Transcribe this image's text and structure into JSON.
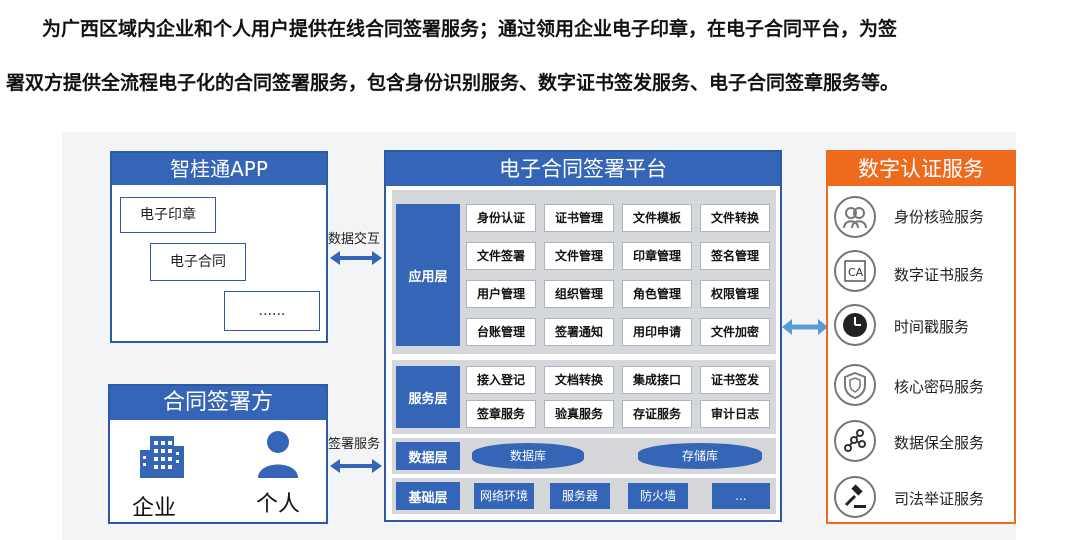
{
  "intro": {
    "line1": "为广西区域内企业和个人用户提供在线合同签署服务；通过领用企业电子印章，在电子合同平台，为签",
    "line2": "署双方提供全流程电子化的合同签署服务，包含身份识别服务、数字证书签发服务、电子合同签章服务等。"
  },
  "app": {
    "title": "智桂通APP",
    "items": [
      "电子印章",
      "电子合同",
      "......"
    ]
  },
  "party": {
    "title": "合同签署方",
    "enterprise": "企业",
    "person": "个人"
  },
  "arrows": {
    "top": "数据交互",
    "bottom": "签署服务"
  },
  "platform": {
    "title": "电子合同签署平台",
    "app_layer": {
      "label": "应用层",
      "modules": [
        "身份认证",
        "证书管理",
        "文件模板",
        "文件转换",
        "文件签署",
        "文件管理",
        "印章管理",
        "签名管理",
        "用户管理",
        "组织管理",
        "角色管理",
        "权限管理",
        "台账管理",
        "签署通知",
        "用印申请",
        "文件加密"
      ]
    },
    "service_layer": {
      "label": "服务层",
      "modules": [
        "接入登记",
        "文档转换",
        "集成接口",
        "证书签发",
        "签章服务",
        "验真服务",
        "存证服务",
        "审计日志"
      ]
    },
    "data_layer": {
      "label": "数据层",
      "stores": [
        "数据库",
        "存储库"
      ]
    },
    "base_layer": {
      "label": "基础层",
      "items": [
        "网络环境",
        "服务器",
        "防火墙",
        "..."
      ]
    }
  },
  "cert": {
    "title": "数字认证服务",
    "services": [
      {
        "label": "身份核验服务",
        "icon": "identity-icon"
      },
      {
        "label": "数字证书服务",
        "icon": "ca-certificate-icon"
      },
      {
        "label": "时间戳服务",
        "icon": "clock-icon"
      },
      {
        "label": "核心密码服务",
        "icon": "shield-icon"
      },
      {
        "label": "数据保全服务",
        "icon": "network-nodes-icon"
      },
      {
        "label": "司法举证服务",
        "icon": "gavel-icon"
      }
    ]
  },
  "colors": {
    "primary_blue": "#3565b6",
    "accent_orange": "#ee6a1c",
    "layer_gray": "#d6d7da"
  }
}
